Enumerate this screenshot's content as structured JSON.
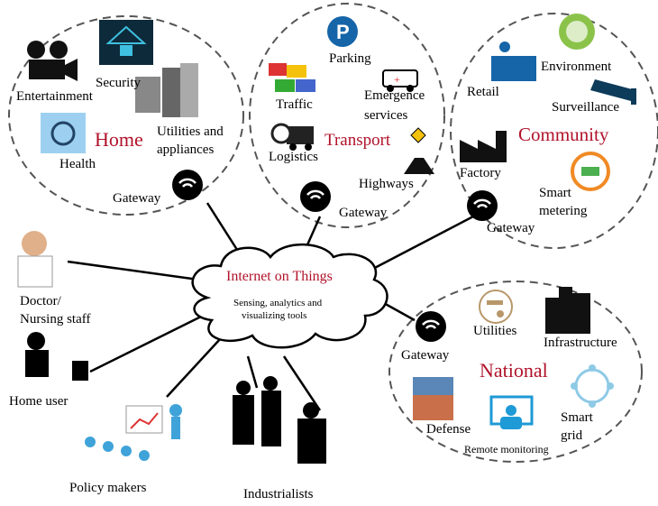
{
  "cloud": {
    "title": "Internet on Things",
    "subtitle_line1": "Sensing, analytics and",
    "subtitle_line2": "visualizing tools"
  },
  "home": {
    "title": "Home",
    "items": [
      "Entertainment",
      "Security",
      "Health",
      "Utilities and",
      "appliances"
    ],
    "gateway": "Gateway"
  },
  "transport": {
    "title": "Transport",
    "items": [
      "Parking",
      "Traffic",
      "Emergence",
      "services",
      "Logistics",
      "Highways"
    ],
    "gateway": "Gateway"
  },
  "community": {
    "title": "Community",
    "items": [
      "Environment",
      "Retail",
      "Surveillance",
      "Factory",
      "Smart",
      "metering"
    ],
    "gateway": "Gateway"
  },
  "national": {
    "title": "National",
    "items": [
      "Utilities",
      "Infrastructure",
      "Defense",
      "Smart",
      "grid",
      "Remote monitoring"
    ],
    "gateway": "Gateway"
  },
  "users": [
    "Doctor/",
    "Nursing staff",
    "Home user",
    "Policy makers",
    "Industrialists"
  ],
  "colors": {
    "accent": "#b0122a",
    "dash": "#555555",
    "blue": "#1e9ad6"
  }
}
